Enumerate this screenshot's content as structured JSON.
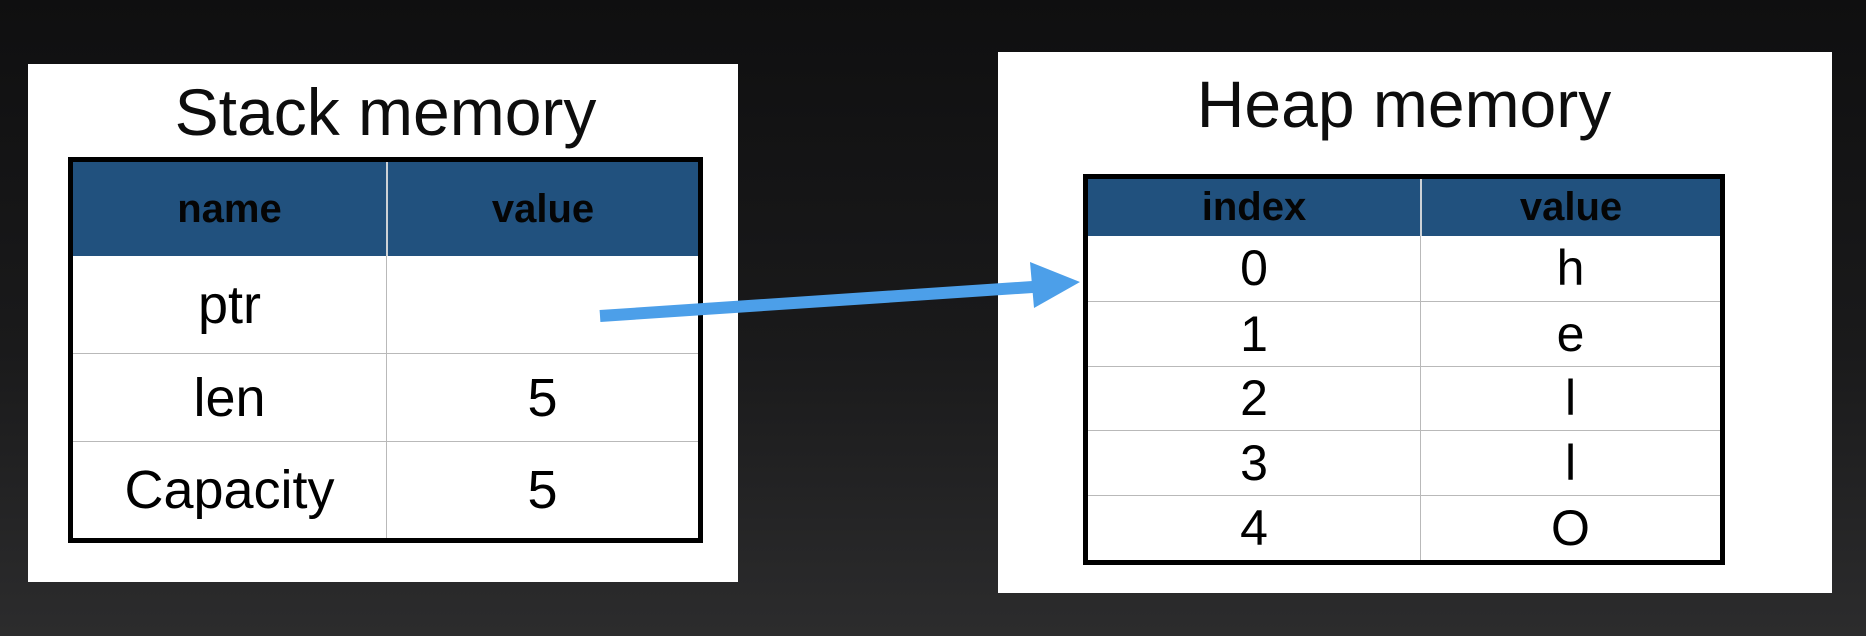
{
  "panels": {
    "stack": {
      "title": "Stack memory",
      "table": {
        "headers": [
          "name",
          "value"
        ],
        "rows": [
          [
            "ptr",
            ""
          ],
          [
            "len",
            "5"
          ],
          [
            "Capacity",
            "5"
          ]
        ]
      }
    },
    "heap": {
      "title": "Heap memory",
      "table": {
        "headers": [
          "index",
          "value"
        ],
        "rows": [
          [
            "0",
            "h"
          ],
          [
            "1",
            "e"
          ],
          [
            "2",
            "l"
          ],
          [
            "3",
            "l"
          ],
          [
            "4",
            "O"
          ]
        ]
      }
    }
  },
  "arrow": {
    "description": "pointer from stack ptr value cell to heap table row 0"
  },
  "colors": {
    "header_blue": "#21517e",
    "arrow_blue": "#4c9fe9",
    "panel_white": "#ffffff",
    "grid_gray": "#b9b9b9",
    "border_black": "#000000",
    "background_dark": "#1a1a1b"
  }
}
